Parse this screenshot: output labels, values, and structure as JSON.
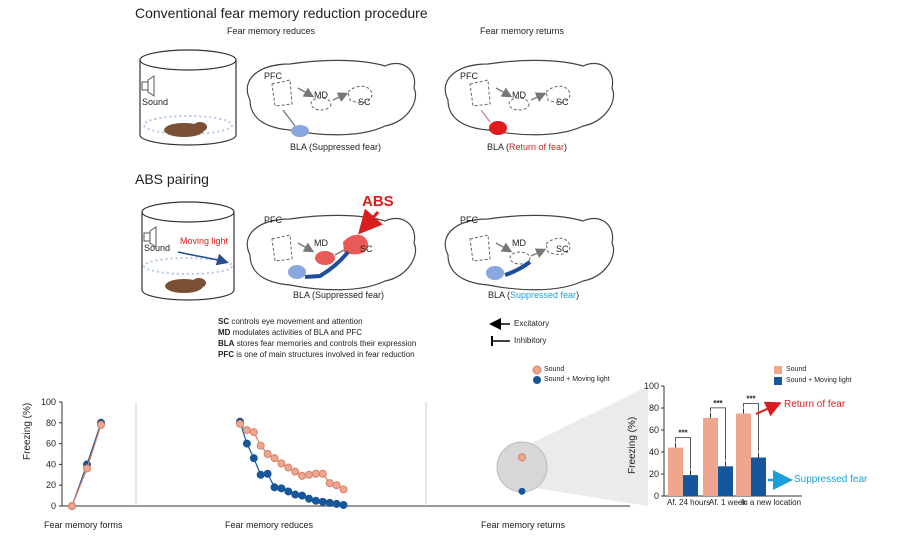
{
  "section1": {
    "title": "Conventional fear memory reduction procedure",
    "panel_left_title": "Fear memory reduces",
    "panel_right_title": "Fear memory returns",
    "cage_label": "Sound",
    "pfc": "PFC",
    "md": "MD",
    "sc": "SC",
    "bla_left": "BLA (Suppressed fear)",
    "bla_right_prefix": "BLA (",
    "bla_right_highlight": "Return of fear",
    "bla_right_suffix": ")"
  },
  "section2": {
    "title": "ABS pairing",
    "cage_label": "Sound",
    "moving_light": "Moving light",
    "abs_label": "ABS",
    "pfc": "PFC",
    "md": "MD",
    "sc": "SC",
    "bla_left": "BLA (Suppressed fear)",
    "bla_right_prefix": "BLA (",
    "bla_right_highlight": "Suppressed fear",
    "bla_right_suffix": ")"
  },
  "glossary": [
    {
      "term": "SC",
      "text": "controls eye movement and attention"
    },
    {
      "term": "MD",
      "text": "modulates activities of BLA and PFC"
    },
    {
      "term": "BLA",
      "text": "stores fear memories and controls their expression"
    },
    {
      "term": "PFC",
      "text": "is one of main structures involved in fear reduction"
    }
  ],
  "arrow_legend": {
    "excitatory": "Excitatory",
    "inhibitory": "Inhibitory"
  },
  "colors": {
    "sound": "#f0a58e",
    "sound_light": "#17569b",
    "red": "#d81e1e",
    "cyan": "#19a0d8"
  },
  "chart_data": [
    {
      "type": "line",
      "ylabel": "Freezing (%)",
      "ylim": [
        0,
        100
      ],
      "yticks": [
        "0",
        "20",
        "40",
        "60",
        "80",
        "100"
      ],
      "phases": [
        "Fear memory forms",
        "Fear memory reduces",
        "Fear memory returns"
      ],
      "legend": [
        "Sound",
        "Sound + Moving light"
      ],
      "series": [
        {
          "name": "Sound",
          "forms": [
            0,
            36,
            78
          ],
          "reduces": [
            79,
            73,
            71,
            58,
            50,
            46,
            41,
            37,
            33,
            29,
            30,
            31,
            31,
            22,
            20,
            16
          ],
          "returns": [
            44
          ]
        },
        {
          "name": "Sound + Moving light",
          "forms": [
            0,
            40,
            80
          ],
          "reduces": [
            81,
            60,
            46,
            30,
            31,
            18,
            17,
            14,
            11,
            10,
            7,
            5,
            4,
            3,
            2,
            1
          ],
          "returns": [
            17
          ]
        }
      ]
    },
    {
      "type": "bar",
      "ylabel": "Freezing (%)",
      "ylim": [
        0,
        100
      ],
      "yticks": [
        "0",
        "20",
        "40",
        "60",
        "80",
        "100"
      ],
      "categories": [
        "Af. 24 hours",
        "Af. 1 week",
        "In a new location"
      ],
      "legend": [
        "Sound",
        "Sound + Moving light"
      ],
      "series": [
        {
          "name": "Sound",
          "values": [
            44,
            71,
            75
          ]
        },
        {
          "name": "Sound + Moving light",
          "values": [
            19,
            27,
            35
          ]
        }
      ],
      "significance": [
        "***",
        "***",
        "***"
      ],
      "annotations": [
        "Return of fear",
        "Suppressed fear"
      ]
    }
  ]
}
